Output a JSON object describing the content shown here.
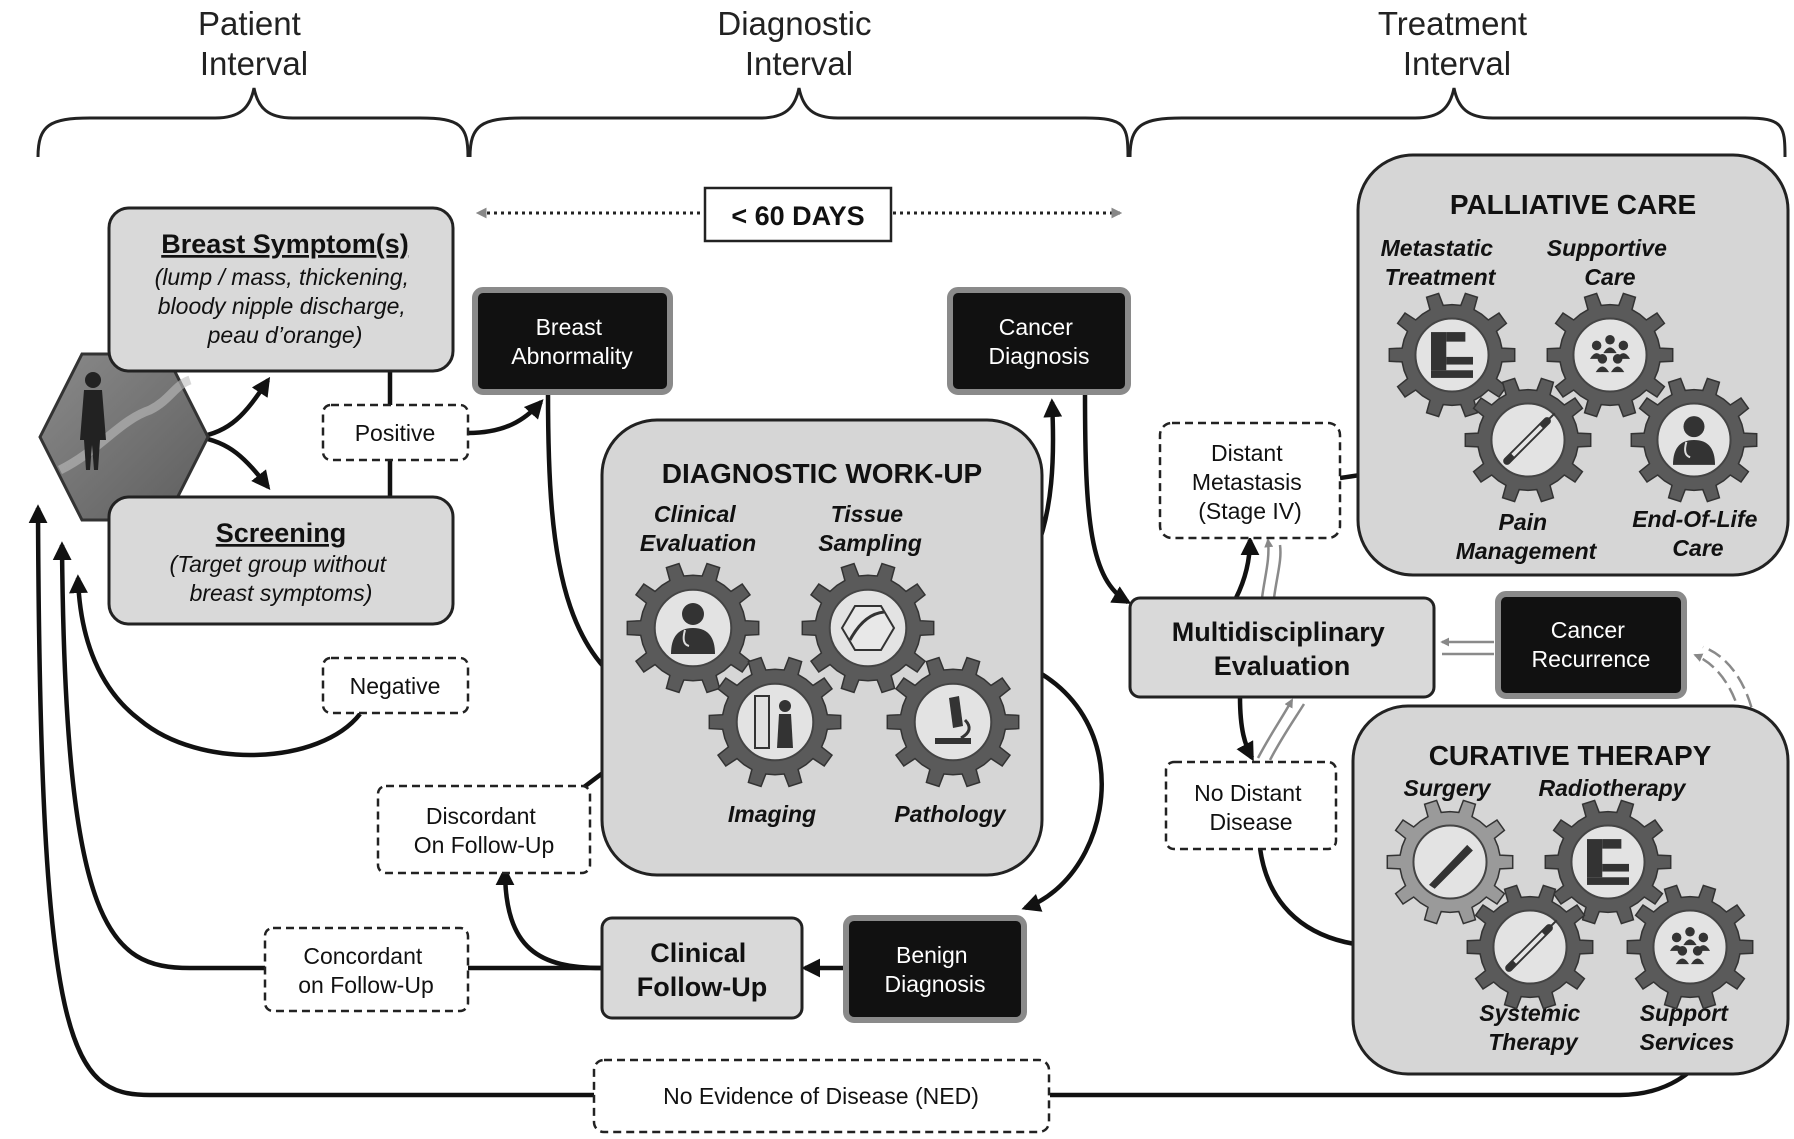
{
  "intervals": {
    "patient": [
      "Patient",
      "Interval"
    ],
    "diagnostic": [
      "Diagnostic",
      "Interval"
    ],
    "treatment": [
      "Treatment",
      "Interval"
    ]
  },
  "timeline": {
    "days_label": "< 60 DAYS"
  },
  "symptoms": {
    "title": "Breast Symptom(s)",
    "detail_lines": [
      "(lump / mass, thickening,",
      "bloody nipple discharge,",
      "peau d’orange)"
    ]
  },
  "screening": {
    "title": "Screening",
    "detail_lines": [
      "(Target group without",
      "breast symptoms)"
    ]
  },
  "results": {
    "positive": "Positive",
    "negative": "Negative"
  },
  "breast_abnormality": [
    "Breast",
    "Abnormality"
  ],
  "cancer_diagnosis": [
    "Cancer",
    "Diagnosis"
  ],
  "workup": {
    "title": "DIAGNOSTIC WORK-UP",
    "clinical_evaluation": [
      "Clinical",
      "Evaluation"
    ],
    "tissue_sampling": [
      "Tissue",
      "Sampling"
    ],
    "imaging": "Imaging",
    "pathology": "Pathology"
  },
  "discordant": [
    "Discordant",
    "On Follow-Up"
  ],
  "concordant": [
    "Concordant",
    "on Follow-Up"
  ],
  "clinical_followup": [
    "Clinical",
    "Follow-Up"
  ],
  "benign_diagnosis": [
    "Benign",
    "Diagnosis"
  ],
  "ned": "No Evidence of Disease (NED)",
  "distant_metastasis": [
    "Distant",
    "Metastasis",
    "(Stage IV)"
  ],
  "multidisciplinary": [
    "Multidisciplinary",
    "Evaluation"
  ],
  "cancer_recurrence": [
    "Cancer",
    "Recurrence"
  ],
  "no_distant_disease": [
    "No Distant",
    "Disease"
  ],
  "palliative": {
    "title": "PALLIATIVE CARE",
    "metastatic_treatment": [
      "Metastatic",
      "Treatment"
    ],
    "supportive_care": [
      "Supportive",
      "Care"
    ],
    "pain_management": [
      "Pain",
      "Management"
    ],
    "end_of_life": [
      "End-Of-Life",
      "Care"
    ]
  },
  "curative": {
    "title": "CURATIVE THERAPY",
    "surgery": "Surgery",
    "radiotherapy": "Radiotherapy",
    "systemic_therapy": [
      "Systemic",
      "Therapy"
    ],
    "support_services": [
      "Support",
      "Services"
    ]
  },
  "icons": {
    "patient": "woman-walking-icon",
    "clinician": "doctor-icon",
    "tissue": "tissue-sample-icon",
    "imaging": "mammography-icon",
    "pathology": "microscope-icon",
    "radiation": "radiation-machine-icon",
    "people": "support-group-icon",
    "syringe": "syringe-icon",
    "scalpel": "scalpel-icon"
  },
  "colors": {
    "black_box": "#111111",
    "light_box": "#d9d9d9",
    "container": "#d6d6d6",
    "gear": "#5a5a5a",
    "gear_light": "#9a9a9a"
  }
}
